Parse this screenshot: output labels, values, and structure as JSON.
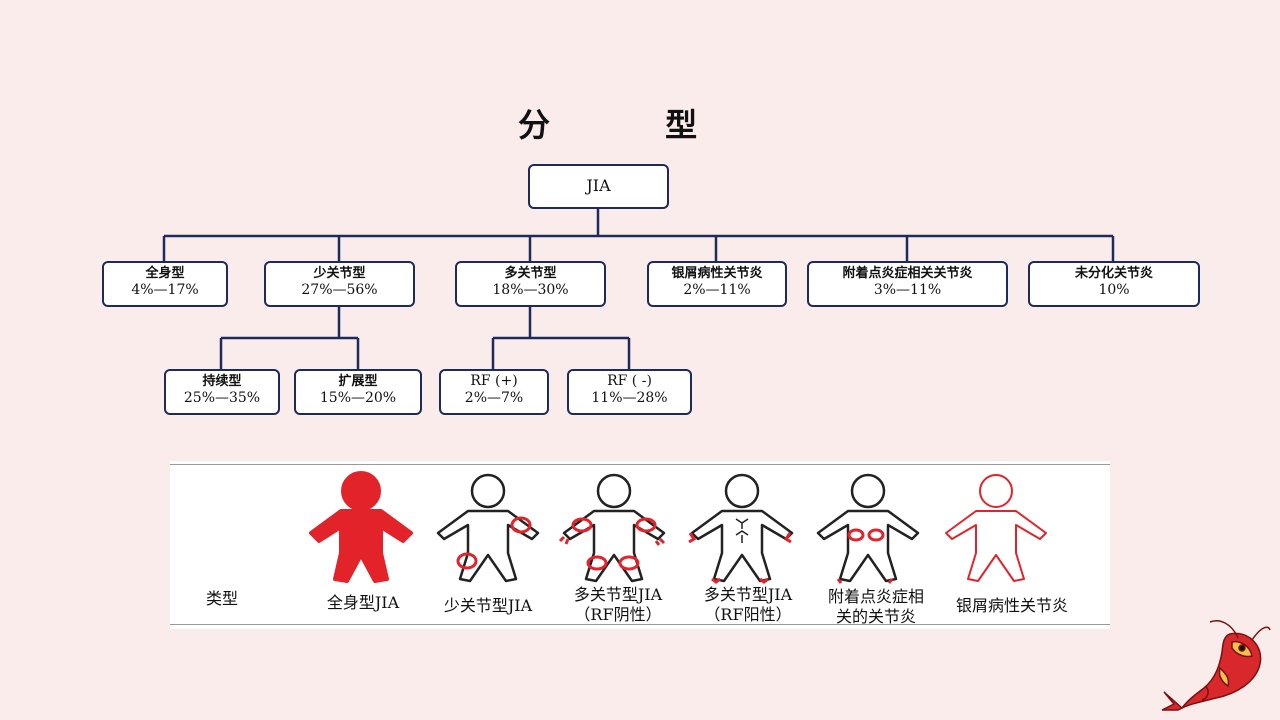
{
  "title": "分 型",
  "root": "JIA",
  "categories": [
    {
      "name": "全身型",
      "pct": "4%—17%"
    },
    {
      "name": "少关节型",
      "pct": "27%—56%"
    },
    {
      "name": "多关节型",
      "pct": "18%—30%"
    },
    {
      "name": "银屑病性关节炎",
      "pct": "2%—11%"
    },
    {
      "name": "附着点炎症相关关节炎",
      "pct": "3%—11%"
    },
    {
      "name": "未分化关节炎",
      "pct": "10%"
    }
  ],
  "oligo_sub": [
    {
      "name": "持续型",
      "pct": "25%—35%"
    },
    {
      "name": "扩展型",
      "pct": "15%—20%"
    }
  ],
  "poly_sub": [
    {
      "name": "RF (+)",
      "pct": "2%—7%"
    },
    {
      "name": "RF ( -)",
      "pct": "11%—28%"
    }
  ],
  "figure_table": {
    "row_label": "类型",
    "labels": [
      [
        "全身型JIA"
      ],
      [
        "少关节型JIA"
      ],
      [
        "多关节型JIA",
        "（RF阴性）"
      ],
      [
        "多关节型JIA",
        "（RF阳性）"
      ],
      [
        "附着点炎症相",
        "关的关节炎"
      ],
      [
        "银屑病性关节炎"
      ]
    ]
  },
  "colors": {
    "box_border": "#1c2a5c",
    "highlight": "#e3232a",
    "background": "#fbecec"
  }
}
